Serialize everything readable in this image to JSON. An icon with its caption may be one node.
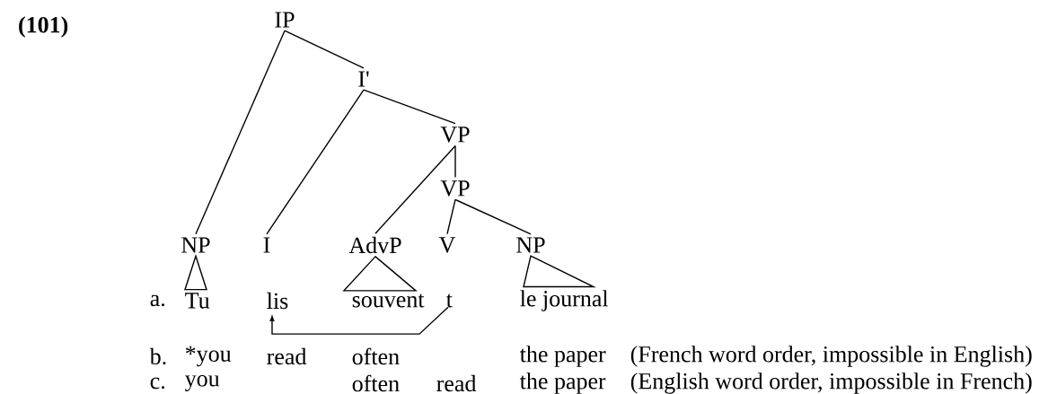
{
  "diagram": {
    "nodes": [
      {
        "text": [
          "IP"
        ]
      },
      {
        "text": [
          "I'"
        ]
      },
      {
        "text": [
          "VP"
        ]
      },
      {
        "text": [
          "VP"
        ]
      },
      {
        "text": [
          "NP"
        ]
      },
      {
        "text": [
          "I"
        ]
      },
      {
        "text": [
          "AdvP"
        ]
      },
      {
        "text": [
          "V"
        ]
      },
      {
        "text": [
          "NP"
        ]
      },
      {
        "text": [
          "Tu"
        ]
      },
      {
        "text": [
          "lis"
        ]
      },
      {
        "text": [
          "souvent"
        ]
      },
      {
        "text": [
          "t"
        ]
      },
      {
        "text": [
          "le journal"
        ]
      }
    ],
    "edges": [
      {
        "from": 0,
        "to": 1,
        "arrow": "none"
      },
      {
        "from": 0,
        "to": 4,
        "arrow": "none"
      },
      {
        "from": 1,
        "to": 2,
        "arrow": "none"
      },
      {
        "from": 1,
        "to": 5,
        "arrow": "none"
      },
      {
        "from": 2,
        "to": 3,
        "arrow": "none"
      },
      {
        "from": 2,
        "to": 6,
        "arrow": "none"
      },
      {
        "from": 3,
        "to": 7,
        "arrow": "none"
      },
      {
        "from": 3,
        "to": 8,
        "arrow": "none"
      },
      {
        "from": 4,
        "to": 9,
        "arrow": "none"
      },
      {
        "from": 6,
        "to": 11,
        "arrow": "none"
      },
      {
        "from": 8,
        "to": 13,
        "arrow": "none"
      },
      {
        "from": 12,
        "to": 10,
        "arrow": "to"
      }
    ],
    "labels": [
      "(101)",
      "a.",
      "b.",
      "*you",
      "read",
      "often",
      "the paper",
      "(French word order, impossible in English)",
      "c.",
      "you",
      "often",
      "read",
      "the paper",
      "(English word order, impossible in French)"
    ]
  }
}
